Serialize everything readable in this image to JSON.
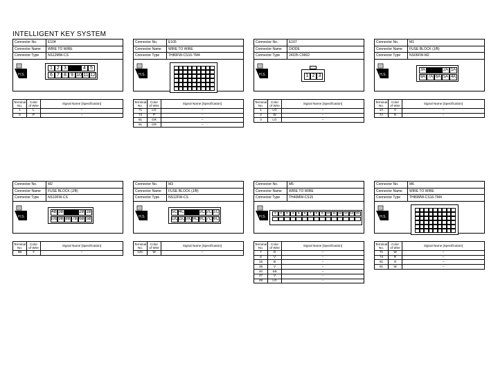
{
  "title": "INTELLIGENT KEY SYSTEM",
  "labels": {
    "connector_no": "Connector No.",
    "connector_name": "Connector Name",
    "connector_type": "Connector Type",
    "terminal_no": [
      "Terminal",
      "No."
    ],
    "color_of_wire": [
      "Color",
      "of Wire"
    ],
    "signal_name": "Signal Name [Specification]",
    "hs": "H.S."
  },
  "connectors": [
    {
      "no": "E104",
      "name": "WIRE TO WIRE",
      "type": "NS12MW-CS",
      "cells": {
        "top": [
          "1",
          "2",
          "3",
          "",
          "4",
          "5"
        ],
        "bottom": [
          "6",
          "7",
          "8",
          "9",
          "10",
          "11",
          "12"
        ]
      },
      "rows": [
        [
          "1",
          "L",
          "–"
        ],
        [
          "6",
          "P",
          "–"
        ]
      ]
    },
    {
      "no": "E105",
      "name": "WIRE TO WIRE",
      "type": "TH80FW-CS16-TM4",
      "rows": [
        [
          "71",
          "LG",
          "–"
        ],
        [
          "74",
          "P",
          "–"
        ],
        [
          "81",
          "GR",
          "–"
        ],
        [
          "91",
          "GR",
          "–"
        ]
      ]
    },
    {
      "no": "E107",
      "name": "DIODE",
      "type": "24335 C9902",
      "cells": {
        "top": [
          "1",
          "2",
          "3"
        ]
      },
      "rows": [
        [
          "1",
          "LG",
          "–"
        ],
        [
          "2",
          "W",
          "–"
        ],
        [
          "3",
          "LG",
          "–"
        ]
      ]
    },
    {
      "no": "M1",
      "name": "FUSE BLOCK (J/B)",
      "type": "NS06FW-M2",
      "cells": {
        "top": [
          "3A",
          "",
          "2A",
          "1A"
        ],
        "bottom": [
          "8A",
          "7A",
          "6A",
          "5A",
          "4A"
        ]
      },
      "rows": [
        [
          "1A",
          "V",
          "–"
        ],
        [
          "7A",
          "R",
          "–"
        ]
      ]
    },
    {
      "no": "M2",
      "name": "FUSE BLOCK (J/B)",
      "type": "NS10FW-CS",
      "cells": {
        "top": [
          "4B",
          "3B",
          "",
          "2B",
          "1B"
        ],
        "bottom": [
          "10B",
          "9B",
          "8B",
          "7B",
          "6B",
          "5B"
        ]
      },
      "rows": [
        [
          "6B",
          "Y",
          "–"
        ]
      ]
    },
    {
      "no": "M3",
      "name": "FUSE BLOCK (J/B)",
      "type": "NS12FW-CS",
      "cells": {
        "top": [
          "5C",
          "4C",
          "",
          "3C",
          "2C",
          "1C"
        ],
        "bottom": [
          "12C",
          "11C",
          "10C",
          "9C",
          "8C",
          "7C",
          "6C"
        ]
      },
      "rows": [
        [
          "12C",
          "W",
          "–"
        ]
      ]
    },
    {
      "no": "M5",
      "name": "WIRE TO WIRE",
      "type": "TH40MW-CS15",
      "cells": {
        "top": [
          "1",
          "2",
          "3",
          "4",
          "5",
          "6",
          "7",
          "8",
          "9",
          "10",
          "11",
          "12",
          "13",
          "14",
          "15"
        ]
      },
      "rows": [
        [
          "7",
          "G",
          "–"
        ],
        [
          "8",
          "V",
          "–"
        ],
        [
          "15",
          "B",
          "–"
        ],
        [
          "38",
          "V",
          "–"
        ],
        [
          "40",
          "SB",
          "–"
        ],
        [
          "47",
          "V",
          "–"
        ],
        [
          "48",
          "LG",
          "–"
        ]
      ]
    },
    {
      "no": "M6",
      "name": "WIRE TO WIRE",
      "type": "TH80MW-CS16-TM4",
      "rows": [
        [
          "71",
          "W",
          "–"
        ],
        [
          "74",
          "R",
          "–"
        ],
        [
          "81",
          "O",
          "–"
        ],
        [
          "91",
          "W",
          "–"
        ]
      ]
    }
  ]
}
